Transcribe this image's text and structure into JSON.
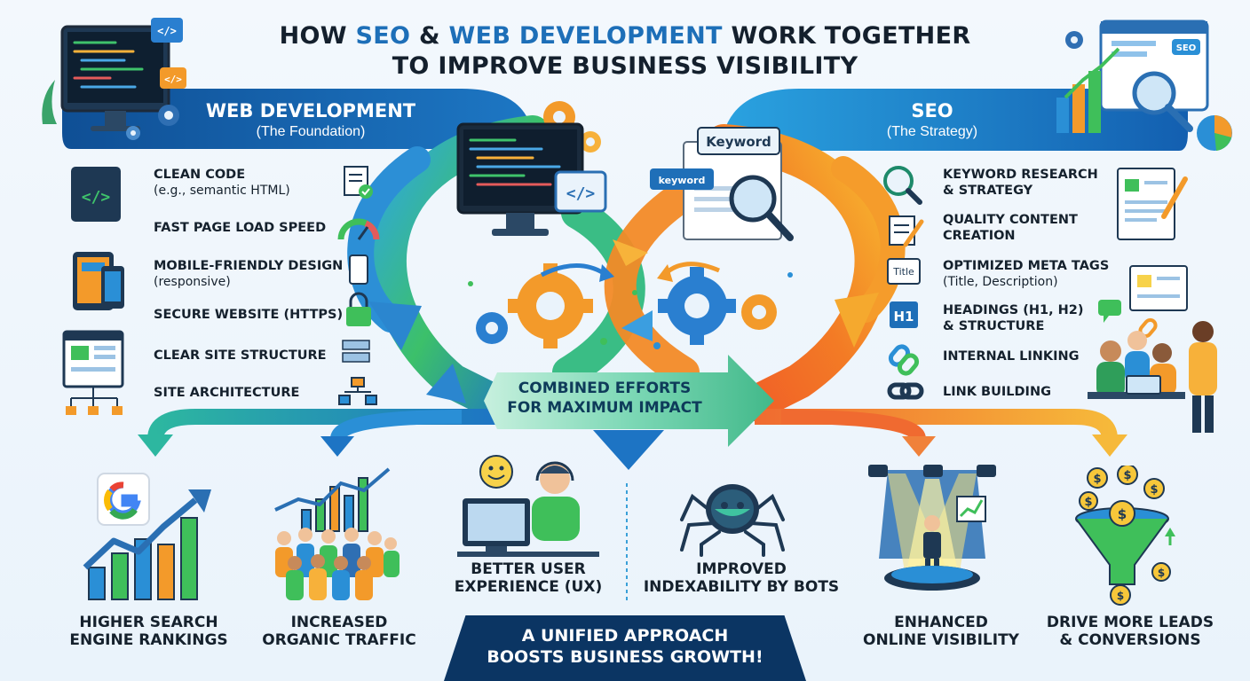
{
  "title": {
    "w1": "HOW",
    "w2": "SEO",
    "w3": "&",
    "w4": "WEB DEVELOPMENT",
    "w5": "WORK TOGETHER",
    "line2": "TO IMPROVE BUSINESS VISIBILITY"
  },
  "web_dev": {
    "title": "WEB DEVELOPMENT",
    "subtitle": "(The Foundation)",
    "items": [
      {
        "main": "CLEAN CODE",
        "sub": "(e.g., semantic HTML)"
      },
      {
        "main": "FAST PAGE LOAD SPEED",
        "sub": ""
      },
      {
        "main": "MOBILE-FRIENDLY DESIGN",
        "sub": "(responsive)"
      },
      {
        "main": "SECURE WEBSITE (HTTPS)",
        "sub": ""
      },
      {
        "main": "CLEAR SITE STRUCTURE",
        "sub": ""
      },
      {
        "main": "SITE ARCHITECTURE",
        "sub": ""
      }
    ]
  },
  "seo": {
    "title": "SEO",
    "subtitle": "(The Strategy)",
    "items": [
      {
        "main": "KEYWORD RESEARCH",
        "sub": "& STRATEGY"
      },
      {
        "main": "QUALITY CONTENT",
        "sub": "CREATION"
      },
      {
        "main": "OPTIMIZED META TAGS",
        "sub": "(Title, Description)"
      },
      {
        "main": "HEADINGS (H1, H2)",
        "sub": "& STRUCTURE"
      },
      {
        "main": "INTERNAL LINKING",
        "sub": ""
      },
      {
        "main": "LINK BUILDING",
        "sub": ""
      }
    ]
  },
  "icon_labels": {
    "code_tag": "</>",
    "keyword_big": "Keyword",
    "keyword_small": "keyword",
    "title_tag": "Title",
    "h1_tag": "H1",
    "seo_tag": "SEO",
    "dollar": "$"
  },
  "center": {
    "combined_line1": "COMBINED EFFORTS",
    "combined_line2": "FOR MAXIMUM IMPACT"
  },
  "outcomes": [
    {
      "line1": "HIGHER SEARCH",
      "line2": "ENGINE RANKINGS"
    },
    {
      "line1": "INCREASED",
      "line2": "ORGANIC TRAFFIC"
    },
    {
      "line1": "BETTER USER",
      "line2": "EXPERIENCE (UX)"
    },
    {
      "line1": "IMPROVED",
      "line2": "INDEXABILITY BY BOTS"
    },
    {
      "line1": "ENHANCED",
      "line2": "ONLINE VISIBILITY"
    },
    {
      "line1": "DRIVE MORE LEADS",
      "line2": "& CONVERSIONS"
    }
  ],
  "banner": {
    "line1": "A UNIFIED APPROACH",
    "line2": "BOOSTS BUSINESS GROWTH!"
  },
  "colors": {
    "web_dev_blue": "#1565b0",
    "seo_blue": "#2a8fd6",
    "green_arrow": "#3fbf5a",
    "orange_arrow": "#f39a2a",
    "banner_navy": "#0b3563"
  }
}
